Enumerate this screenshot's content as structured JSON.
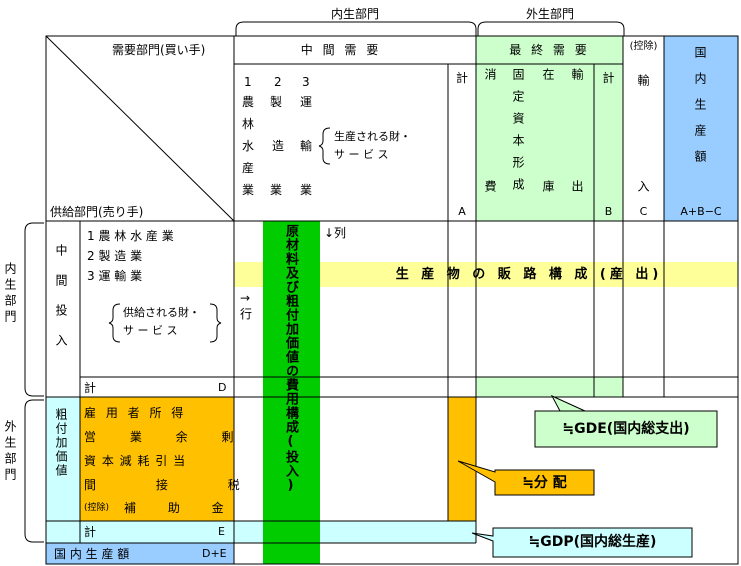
{
  "headers": {
    "naisei_top": "内生部門",
    "gaisei_top": "外生部門",
    "juyo": "需要部門(買い手)",
    "kyokyu": "供給部門(売り手)",
    "chukan_juyo": "中 間 需 要",
    "saishu_juyo": "最 終 需 要",
    "kojo_yunyu": "(控除)",
    "kokunai_seisan": "国内生産額",
    "naisei_left": "内生部門",
    "gaisei_left": "外生部門"
  },
  "intermediate_cols": {
    "numbers": [
      "1",
      "2",
      "3"
    ],
    "row1": [
      "農",
      "製",
      "運"
    ],
    "row2": [
      "林"
    ],
    "row3": [
      "水",
      "造",
      "輸"
    ],
    "row4": [
      "産"
    ],
    "row5": [
      "業",
      "業",
      "業"
    ],
    "produced_goods_line1": "生産される財・",
    "produced_goods_line2": "サ ー ビ ス",
    "total": "計",
    "total_letter": "A"
  },
  "final_demand_cols": {
    "consumption": "消費",
    "fixed_capital": "固定資本形成",
    "inventory": "在庫",
    "export": "輸出",
    "total": "計",
    "total_letter": "B",
    "import": "輸入",
    "import_letter": "C",
    "output_letter": "A+B−C"
  },
  "rows": {
    "chukan": "中間投入",
    "sector1": "1 農 林 水 産 業",
    "sector2": "2 製     造     業",
    "sector3": "3 運     輸     業",
    "supplied_goods_line1": "供給される財・",
    "supplied_goods_line2": "サ ー ビ ス",
    "row_total": "計",
    "row_total_letter": "D",
    "column_arrow": "↓列",
    "row_arrow_1": "→",
    "row_arrow_2": "行",
    "value_added": "粗付加価値",
    "va_items": [
      "雇 用 者 所 得",
      "営 業 余 剰",
      "資 本 減 耗 引 当",
      "間 接 税",
      "補 助 金"
    ],
    "va_deduction": "(控除)",
    "va_total": "計",
    "va_total_letter": "E",
    "output": "国 内 生 産 額",
    "output_letter": "D+E"
  },
  "bands": {
    "cost_structure": "原材料及び粗付加価値の費用構成(投入)",
    "sales_structure": "生 産 物 の 販 路 構 成  (産 出)"
  },
  "callouts": {
    "gde": "≒GDE(国内総支出)",
    "distribution": "≒分  配",
    "gdp": "≒GDP(国内総生産)"
  },
  "colors": {
    "green_band": "#00cc00",
    "yellow_band": "#ffff99",
    "orange": "#ffc000",
    "light_green": "#ccffcc",
    "light_blue": "#99ccff",
    "light_cyan": "#ccffff"
  }
}
